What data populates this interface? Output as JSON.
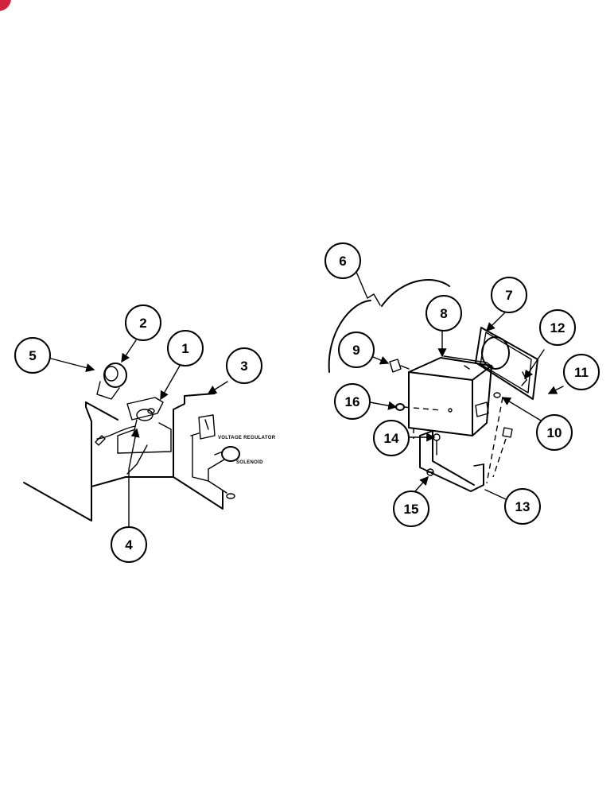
{
  "callouts": [
    "1",
    "2",
    "3",
    "4",
    "5",
    "6",
    "7",
    "8",
    "9",
    "10",
    "11",
    "12",
    "13",
    "14",
    "15",
    "16"
  ],
  "labels": {
    "voltage_regulator": "VOLTAGE REGULATOR",
    "solenoid": "SOLENOID"
  },
  "colors": {
    "ink": "#000000",
    "paper": "#ffffff",
    "corner_mark": "#d2233c"
  }
}
